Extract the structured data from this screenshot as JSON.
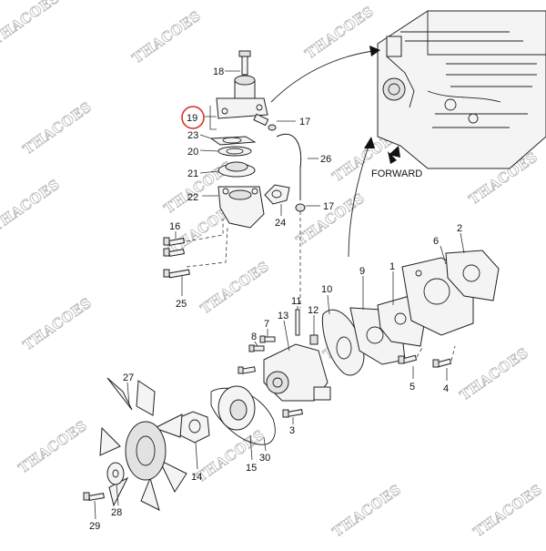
{
  "watermark": "THACOES",
  "direction_label": "FORWARD",
  "highlighted_callout": "19",
  "highlight_color": "#d9302a",
  "callouts": {
    "c18": "18",
    "c19": "19",
    "c23": "23",
    "c20": "20",
    "c21": "21",
    "c22": "22",
    "c17a": "17",
    "c17b": "17",
    "c26": "26",
    "c24": "24",
    "c16": "16",
    "c25": "25",
    "c11": "11",
    "c10": "10",
    "c9": "9",
    "c1": "1",
    "c6": "6",
    "c2": "2",
    "c13": "13",
    "c12": "12",
    "c8": "8",
    "c7": "7",
    "c5": "5",
    "c4": "4",
    "c3": "3",
    "c27": "27",
    "c14": "14",
    "c15": "15",
    "c30": "30",
    "c28": "28",
    "c29": "29"
  }
}
